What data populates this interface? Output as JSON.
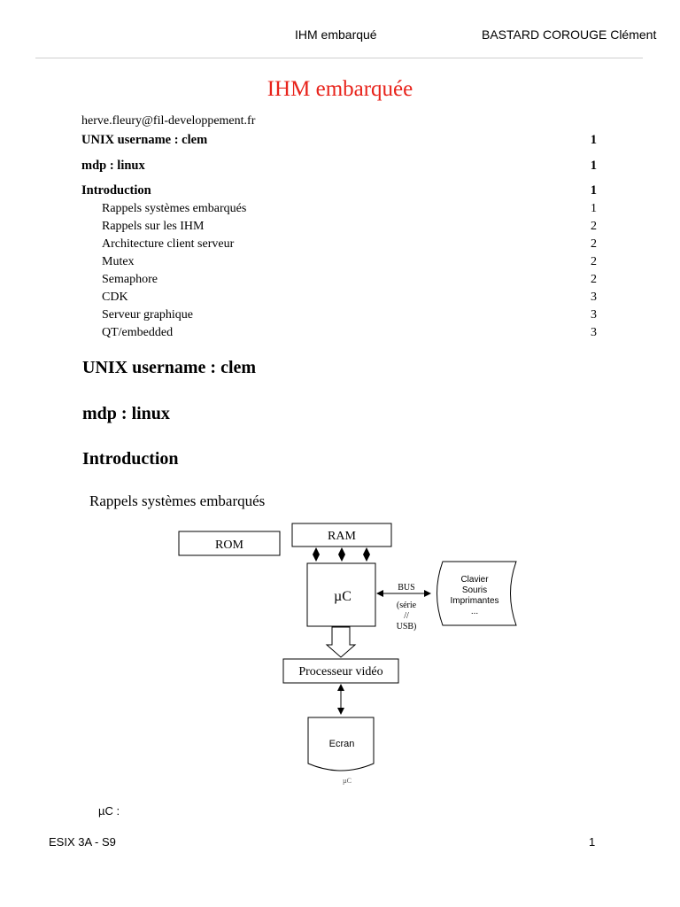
{
  "header": {
    "center_text": "IHM embarqué",
    "right_text": "BASTARD COROUGE Clément"
  },
  "title": "IHM embarquée",
  "email": "herve.fleury@fil-developpement.fr",
  "toc": [
    {
      "label": "UNIX username : clem",
      "page": "1",
      "level": 1
    },
    {
      "label": "mdp : linux",
      "page": "1",
      "level": 1
    },
    {
      "label": "Introduction",
      "page": "1",
      "level": 1
    },
    {
      "label": "Rappels systèmes embarqués",
      "page": "1",
      "level": 2
    },
    {
      "label": "Rappels sur les IHM",
      "page": "2",
      "level": 2
    },
    {
      "label": "Architecture client serveur",
      "page": "2",
      "level": 2
    },
    {
      "label": "Mutex",
      "page": "2",
      "level": 2
    },
    {
      "label": "Semaphore",
      "page": "2",
      "level": 2
    },
    {
      "label": "CDK",
      "page": "3",
      "level": 2
    },
    {
      "label": "Serveur graphique",
      "page": "3",
      "level": 2
    },
    {
      "label": "QT/embedded",
      "page": "3",
      "level": 2
    }
  ],
  "headings": {
    "h1": "UNIX username : clem",
    "h2": "mdp : linux",
    "h3": "Introduction",
    "sub": "Rappels systèmes embarqués"
  },
  "diagram": {
    "rom": "ROM",
    "ram": "RAM",
    "uc": "µC",
    "bus_label": "BUS",
    "bus_detail_1": "(série",
    "bus_detail_2": "//",
    "bus_detail_3": "USB)",
    "peripherals_1": "Clavier",
    "peripherals_2": "Souris",
    "peripherals_3": "Imprimantes",
    "peripherals_4": "...",
    "video": "Processeur vidéo",
    "screen": "Ecran",
    "caption": "µC"
  },
  "body_text": "µC :",
  "footer": {
    "left": "ESIX 3A - S9",
    "right": "1"
  }
}
